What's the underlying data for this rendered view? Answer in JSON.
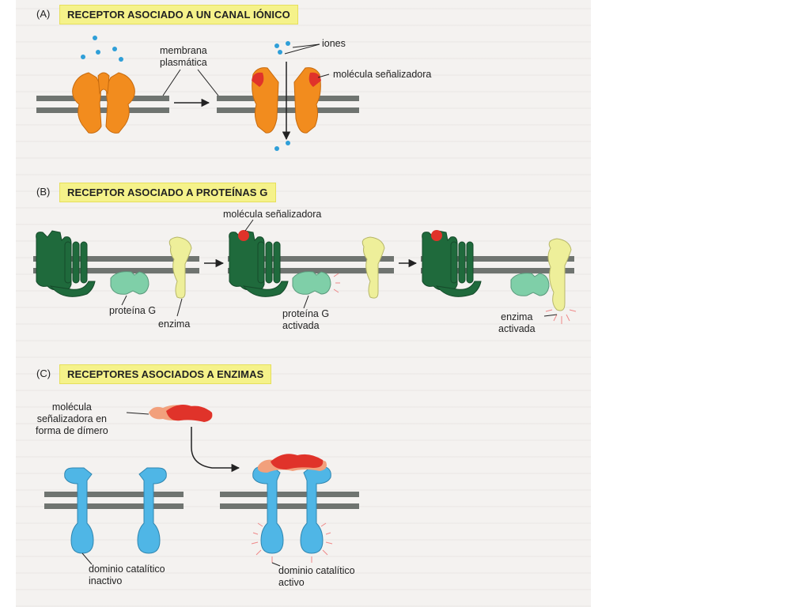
{
  "panel_a": {
    "letter": "(A)",
    "title": "RECEPTOR ASOCIADO A UN CANAL IÓNICO",
    "labels": {
      "membrane": "membrana\nplasmática",
      "ions": "iones",
      "signal": "molécula señalizadora"
    }
  },
  "panel_b": {
    "letter": "(B)",
    "title": "RECEPTOR ASOCIADO A PROTEÍNAS G",
    "labels": {
      "signal": "molécula señalizadora",
      "g_protein": "proteína G",
      "enzyme": "enzima",
      "g_activated": "proteína G\nactivada",
      "enzyme_activated": "enzima\nactivada"
    }
  },
  "panel_c": {
    "letter": "(C)",
    "title": "RECEPTORES ASOCIADOS A ENZIMAS",
    "labels": {
      "dimer": "molécula\nseñalizadora en\nforma de dímero",
      "inactive": "dominio catalítico\ninactivo",
      "active": "dominio catalítico\nactivo"
    }
  },
  "colors": {
    "membrane": "#6f7470",
    "ion_channel": "#f28c1e",
    "signal_red": "#e0332a",
    "ion_dot": "#2f9fd8",
    "gpcr": "#1f6a3c",
    "g_protein": "#7fcfa8",
    "enzyme": "#eeef9a",
    "enzyme_receptor": "#4fb6e6",
    "dimer_light": "#f2a07c",
    "title_bg": "#f5f28a"
  }
}
